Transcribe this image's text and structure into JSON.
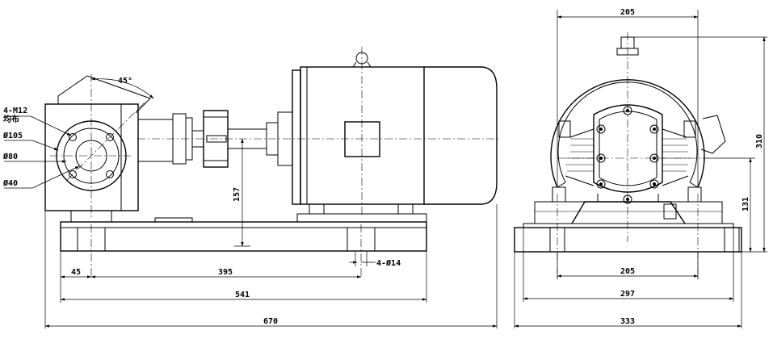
{
  "front_view": {
    "callouts": {
      "bolt_holes_line1": "4-M12",
      "bolt_holes_line2": "均布",
      "flange_outer_dia": "Ø105",
      "bolt_circle_dia": "Ø80",
      "bore_dia": "Ø40",
      "bolt_angle": "45°",
      "base_holes": "4-Ø14"
    },
    "dims": {
      "shaft_height": "157",
      "edge_offset": "45",
      "hole_spacing": "395",
      "base_length": "541",
      "overall_length": "670"
    }
  },
  "side_view": {
    "dims": {
      "motor_width": "205",
      "overall_height": "310",
      "center_height": "131",
      "hole_spacing_width": "205",
      "base_width": "297",
      "overall_width": "333"
    }
  }
}
